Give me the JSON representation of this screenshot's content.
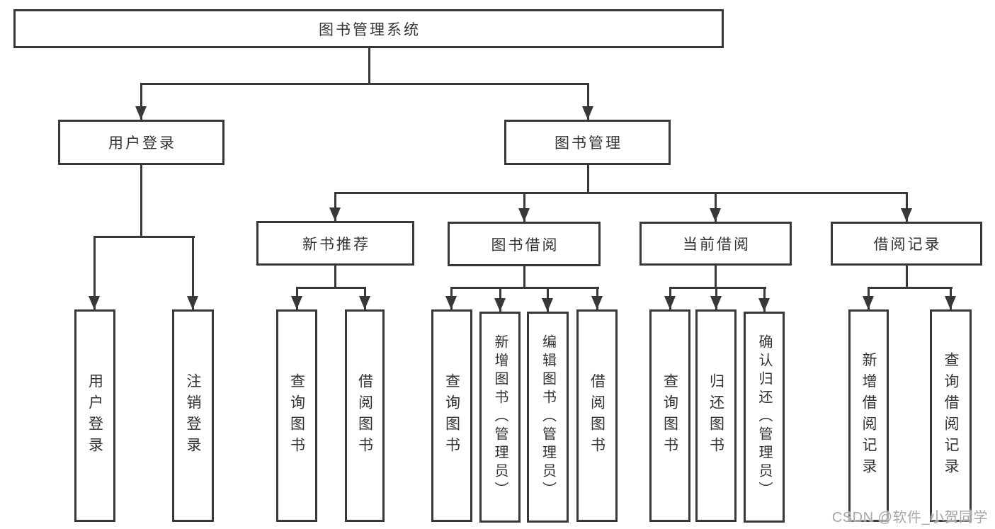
{
  "nodes": {
    "root": "图书管理系统",
    "level2": {
      "user_login": "用户登录",
      "book_mgmt": "图书管理"
    },
    "user_login_children": {
      "login": "用户登录",
      "logout": "注销登录"
    },
    "book_mgmt_children": {
      "new_book": "新书推荐",
      "book_borrow": "图书借阅",
      "current_borrow": "当前借阅",
      "borrow_records": "借阅记录"
    },
    "new_book_children": {
      "query": "查询图书",
      "borrow": "借阅图书"
    },
    "book_borrow_children": {
      "query": "查询图书",
      "add": "新增图书（管理员）",
      "edit": "编辑图书（管理员）",
      "borrow": "借阅图书"
    },
    "current_borrow_children": {
      "query": "查询图书",
      "return": "归还图书",
      "confirm": "确认归还（管理员）"
    },
    "borrow_records_children": {
      "add": "新增借阅记录",
      "query": "查询借阅记录"
    }
  },
  "watermark": "CSDN @软件_小贺同学",
  "colors": {
    "line": "#383838",
    "text": "#333333",
    "watermark": "#a6a6a6",
    "background": "#ffffff"
  }
}
